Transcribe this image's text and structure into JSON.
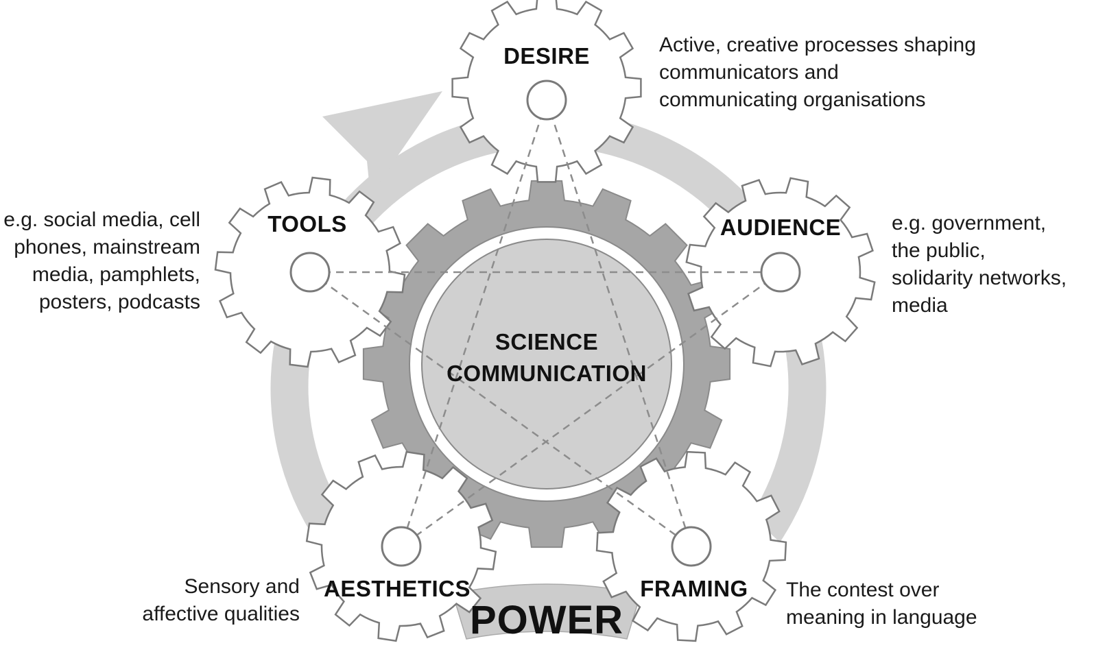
{
  "colors": {
    "cycle_fill": "#d3d3d3",
    "gear_outline": "#777777",
    "big_gear": "#a6a6a6",
    "big_gear_inner": "#d0d0d0",
    "dash": "#8c8c8c",
    "power_band": "#cccccc",
    "text": "#111111"
  },
  "center": {
    "line1": "SCIENCE",
    "line2": "COMMUNICATION"
  },
  "power": "POWER",
  "gears": {
    "desire": {
      "label": "DESIRE"
    },
    "tools": {
      "label": "TOOLS"
    },
    "audience": {
      "label": "AUDIENCE"
    },
    "aesthetics": {
      "label": "AESTHETICS"
    },
    "framing": {
      "label": "FRAMING"
    }
  },
  "notes": {
    "desire": [
      "Active, creative processes shaping",
      "communicators and",
      "communicating organisations"
    ],
    "tools": [
      "e.g. social media, cell",
      "phones, mainstream",
      "media, pamphlets,",
      "posters, podcasts"
    ],
    "audience": [
      "e.g. government,",
      "the public,",
      "solidarity networks,",
      "media"
    ],
    "aesthetics": [
      "Sensory and",
      "affective qualities"
    ],
    "framing": [
      "The contest over",
      "meaning in language"
    ]
  },
  "icons": [
    "cycle-arrow-icon",
    "gear-icon",
    "pentagram-icon"
  ]
}
